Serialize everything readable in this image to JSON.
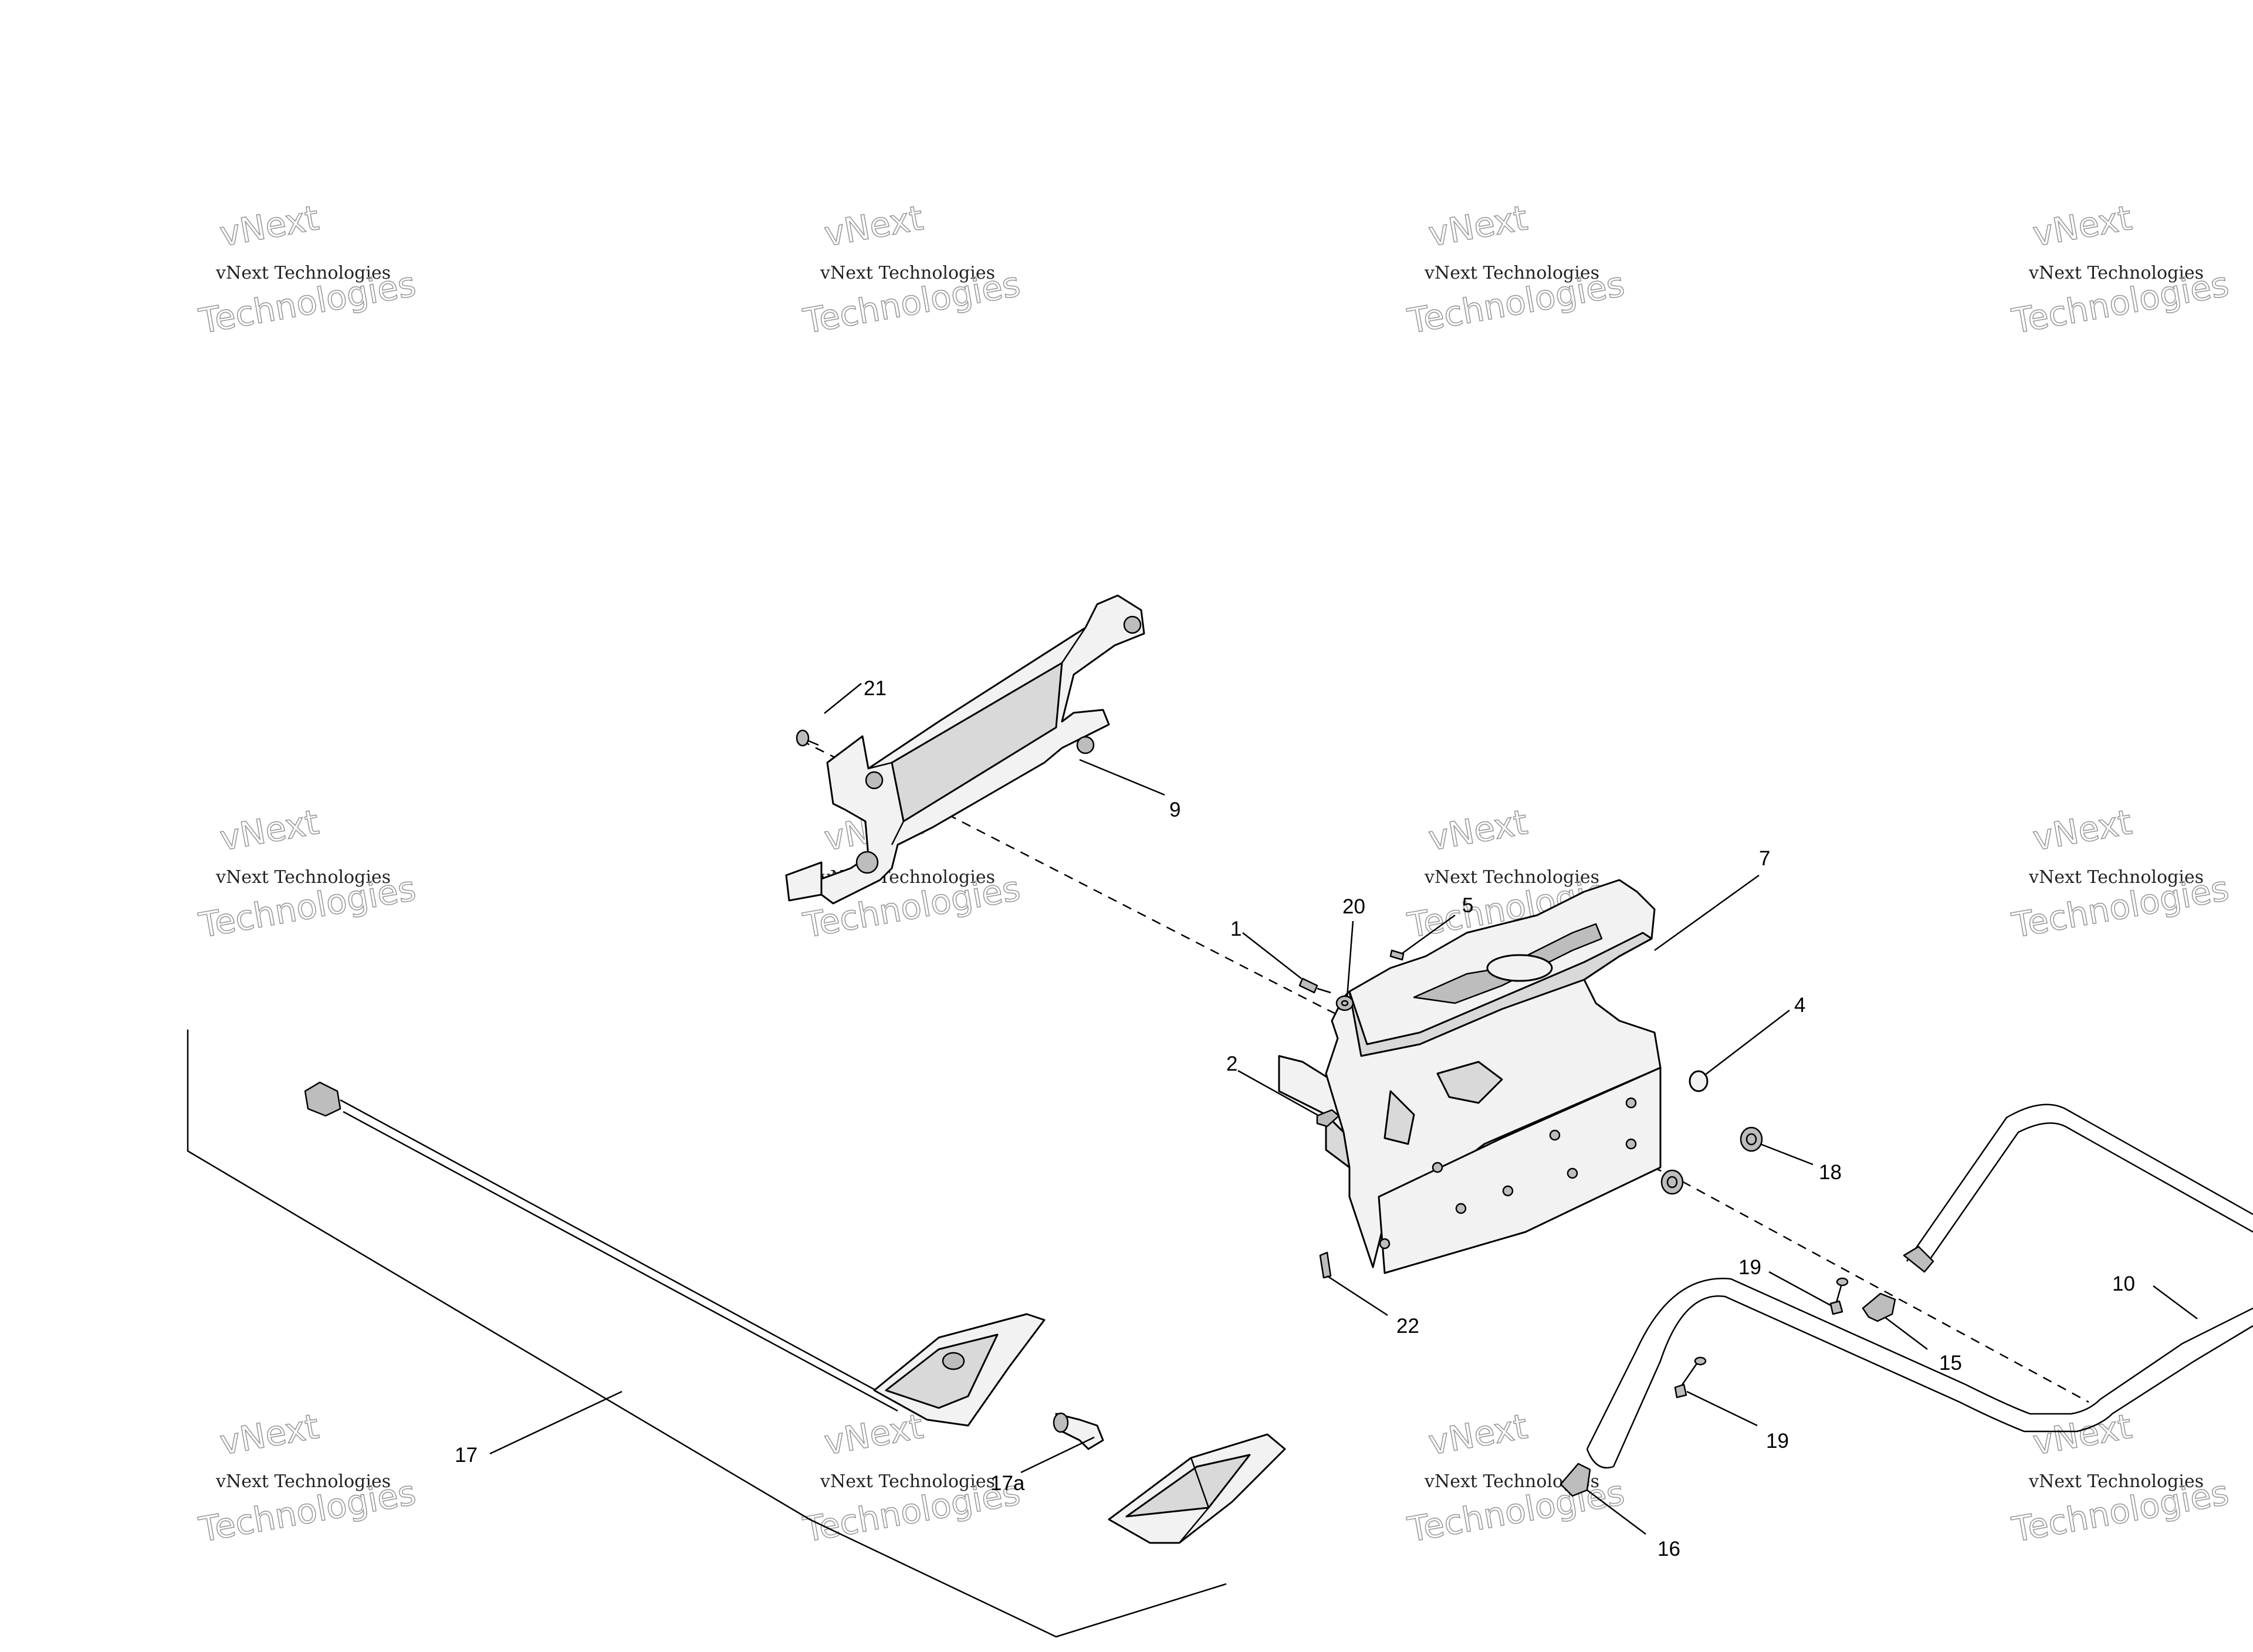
{
  "diagram": {
    "callouts": [
      {
        "id": "c1",
        "label": "1"
      },
      {
        "id": "c2",
        "label": "2"
      },
      {
        "id": "c4",
        "label": "4"
      },
      {
        "id": "c5",
        "label": "5"
      },
      {
        "id": "c7",
        "label": "7"
      },
      {
        "id": "c9",
        "label": "9"
      },
      {
        "id": "c10",
        "label": "10"
      },
      {
        "id": "c15",
        "label": "15"
      },
      {
        "id": "c16",
        "label": "16"
      },
      {
        "id": "c17",
        "label": "17"
      },
      {
        "id": "c17a",
        "label": "17a"
      },
      {
        "id": "c18",
        "label": "18"
      },
      {
        "id": "c19a",
        "label": "19"
      },
      {
        "id": "c19b",
        "label": "19"
      },
      {
        "id": "c20",
        "label": "20"
      },
      {
        "id": "c21",
        "label": "21"
      },
      {
        "id": "c22",
        "label": "22"
      }
    ]
  },
  "watermark": {
    "line1": "vNext",
    "line2": "vNext Technologies",
    "line3": "Technologies"
  },
  "colors": {
    "line": "#000000",
    "part_fill": "#f2f2f2",
    "part_shade": "#d9d9d9",
    "watermark_outline": "#9a9a9a"
  }
}
